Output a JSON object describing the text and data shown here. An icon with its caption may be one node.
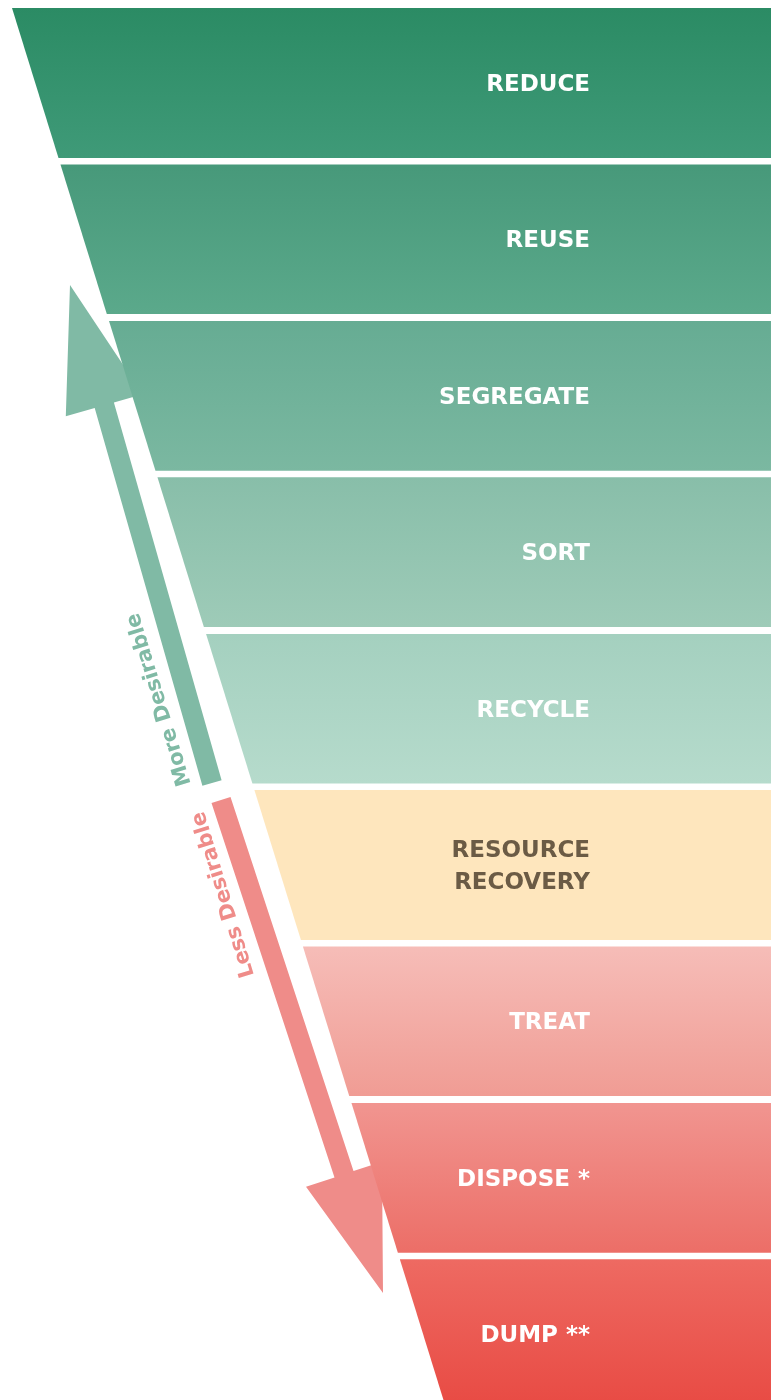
{
  "diagram": {
    "nodes": [
      {
        "text": [
          "REDUCE"
        ]
      },
      {
        "text": [
          "REUSE"
        ]
      },
      {
        "text": [
          "SEGREGATE"
        ]
      },
      {
        "text": [
          "SORT"
        ]
      },
      {
        "text": [
          "RECYCLE"
        ]
      },
      {
        "text": [
          "RESOURCE RECOVERY"
        ]
      },
      {
        "text": [
          "TREAT"
        ]
      },
      {
        "text": [
          "DISPOSE *"
        ]
      },
      {
        "text": [
          "DUMP **"
        ]
      }
    ],
    "labels": [
      "More Desirable",
      "Less Desirable"
    ]
  }
}
